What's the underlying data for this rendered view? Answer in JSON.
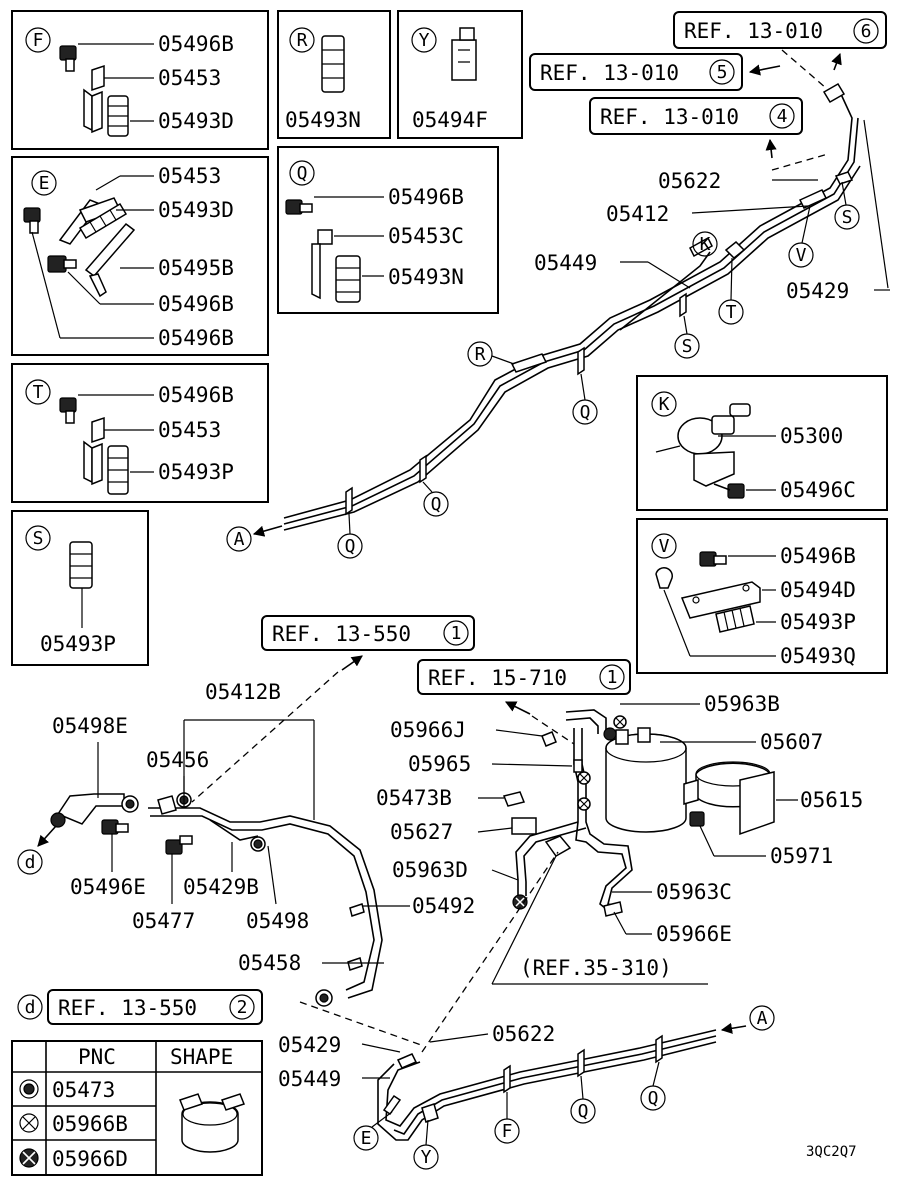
{
  "inset_f": {
    "tag": "F",
    "p1": "05496B",
    "p2": "05453",
    "p3": "05493D"
  },
  "inset_r": {
    "tag": "R",
    "p1": "05493N"
  },
  "inset_y": {
    "tag": "Y",
    "p1": "05494F"
  },
  "inset_e": {
    "tag": "E",
    "p1": "05453",
    "p2": "05493D",
    "p3": "05495B",
    "p4": "05496B",
    "p5": "05496B"
  },
  "inset_q": {
    "tag": "Q",
    "p1": "05496B",
    "p2": "05453C",
    "p3": "05493N"
  },
  "inset_t": {
    "tag": "T",
    "p1": "05496B",
    "p2": "05453",
    "p3": "05493P"
  },
  "inset_s": {
    "tag": "S",
    "p1": "05493P"
  },
  "inset_k": {
    "tag": "K",
    "p1": "05300",
    "p2": "05496C"
  },
  "inset_v": {
    "tag": "V",
    "p1": "05496B",
    "p2": "05494D",
    "p3": "05493P",
    "p4": "05493Q"
  },
  "refs": {
    "r6": {
      "text": "REF. 13-010",
      "num": "6"
    },
    "r5": {
      "text": "REF. 13-010",
      "num": "5"
    },
    "r4": {
      "text": "REF. 13-010",
      "num": "4"
    },
    "r550a": {
      "text": "REF. 13-550",
      "num": "1"
    },
    "r710": {
      "text": "REF. 15-710",
      "num": "1"
    },
    "r550b": {
      "text": "REF. 13-550",
      "num": "2"
    },
    "r35": "(REF.35-310)"
  },
  "top": {
    "p05622": "05622",
    "p05412": "05412",
    "p05449": "05449",
    "p05429": "05429",
    "tK": "K",
    "tS1": "S",
    "tV": "V",
    "tT": "T",
    "tS2": "S",
    "tR": "R",
    "tQ1": "Q",
    "tQ2": "Q",
    "tQ3": "Q",
    "tA": "A"
  },
  "bl": {
    "p05412B": "05412B",
    "p05498E": "05498E",
    "p05456": "05456",
    "p05496E": "05496E",
    "p05429B": "05429B",
    "p05477": "05477",
    "p05498": "05498",
    "p05492": "05492",
    "p05458": "05458",
    "td": "d"
  },
  "br": {
    "p05963B": "05963B",
    "p05966J": "05966J",
    "p05607": "05607",
    "p05965": "05965",
    "p05473B": "05473B",
    "p05615": "05615",
    "p05627": "05627",
    "p05971": "05971",
    "p05963D": "05963D",
    "p05963C": "05963C",
    "p05966E": "05966E"
  },
  "bottom": {
    "td": "d",
    "p05429": "05429",
    "p05622": "05622",
    "p05449": "05449",
    "tA": "A",
    "tE": "E",
    "tY": "Y",
    "tF": "F",
    "tQ1": "Q",
    "tQ2": "Q"
  },
  "legend": {
    "h1": "PNC",
    "h2": "SHAPE",
    "rows": [
      {
        "symbol": "dot-circle-icon",
        "pnc": "05473"
      },
      {
        "symbol": "x-circle-icon",
        "pnc": "05966B"
      },
      {
        "symbol": "filled-x-circle-icon",
        "pnc": "05966D"
      }
    ]
  },
  "code": "3QC2Q7"
}
